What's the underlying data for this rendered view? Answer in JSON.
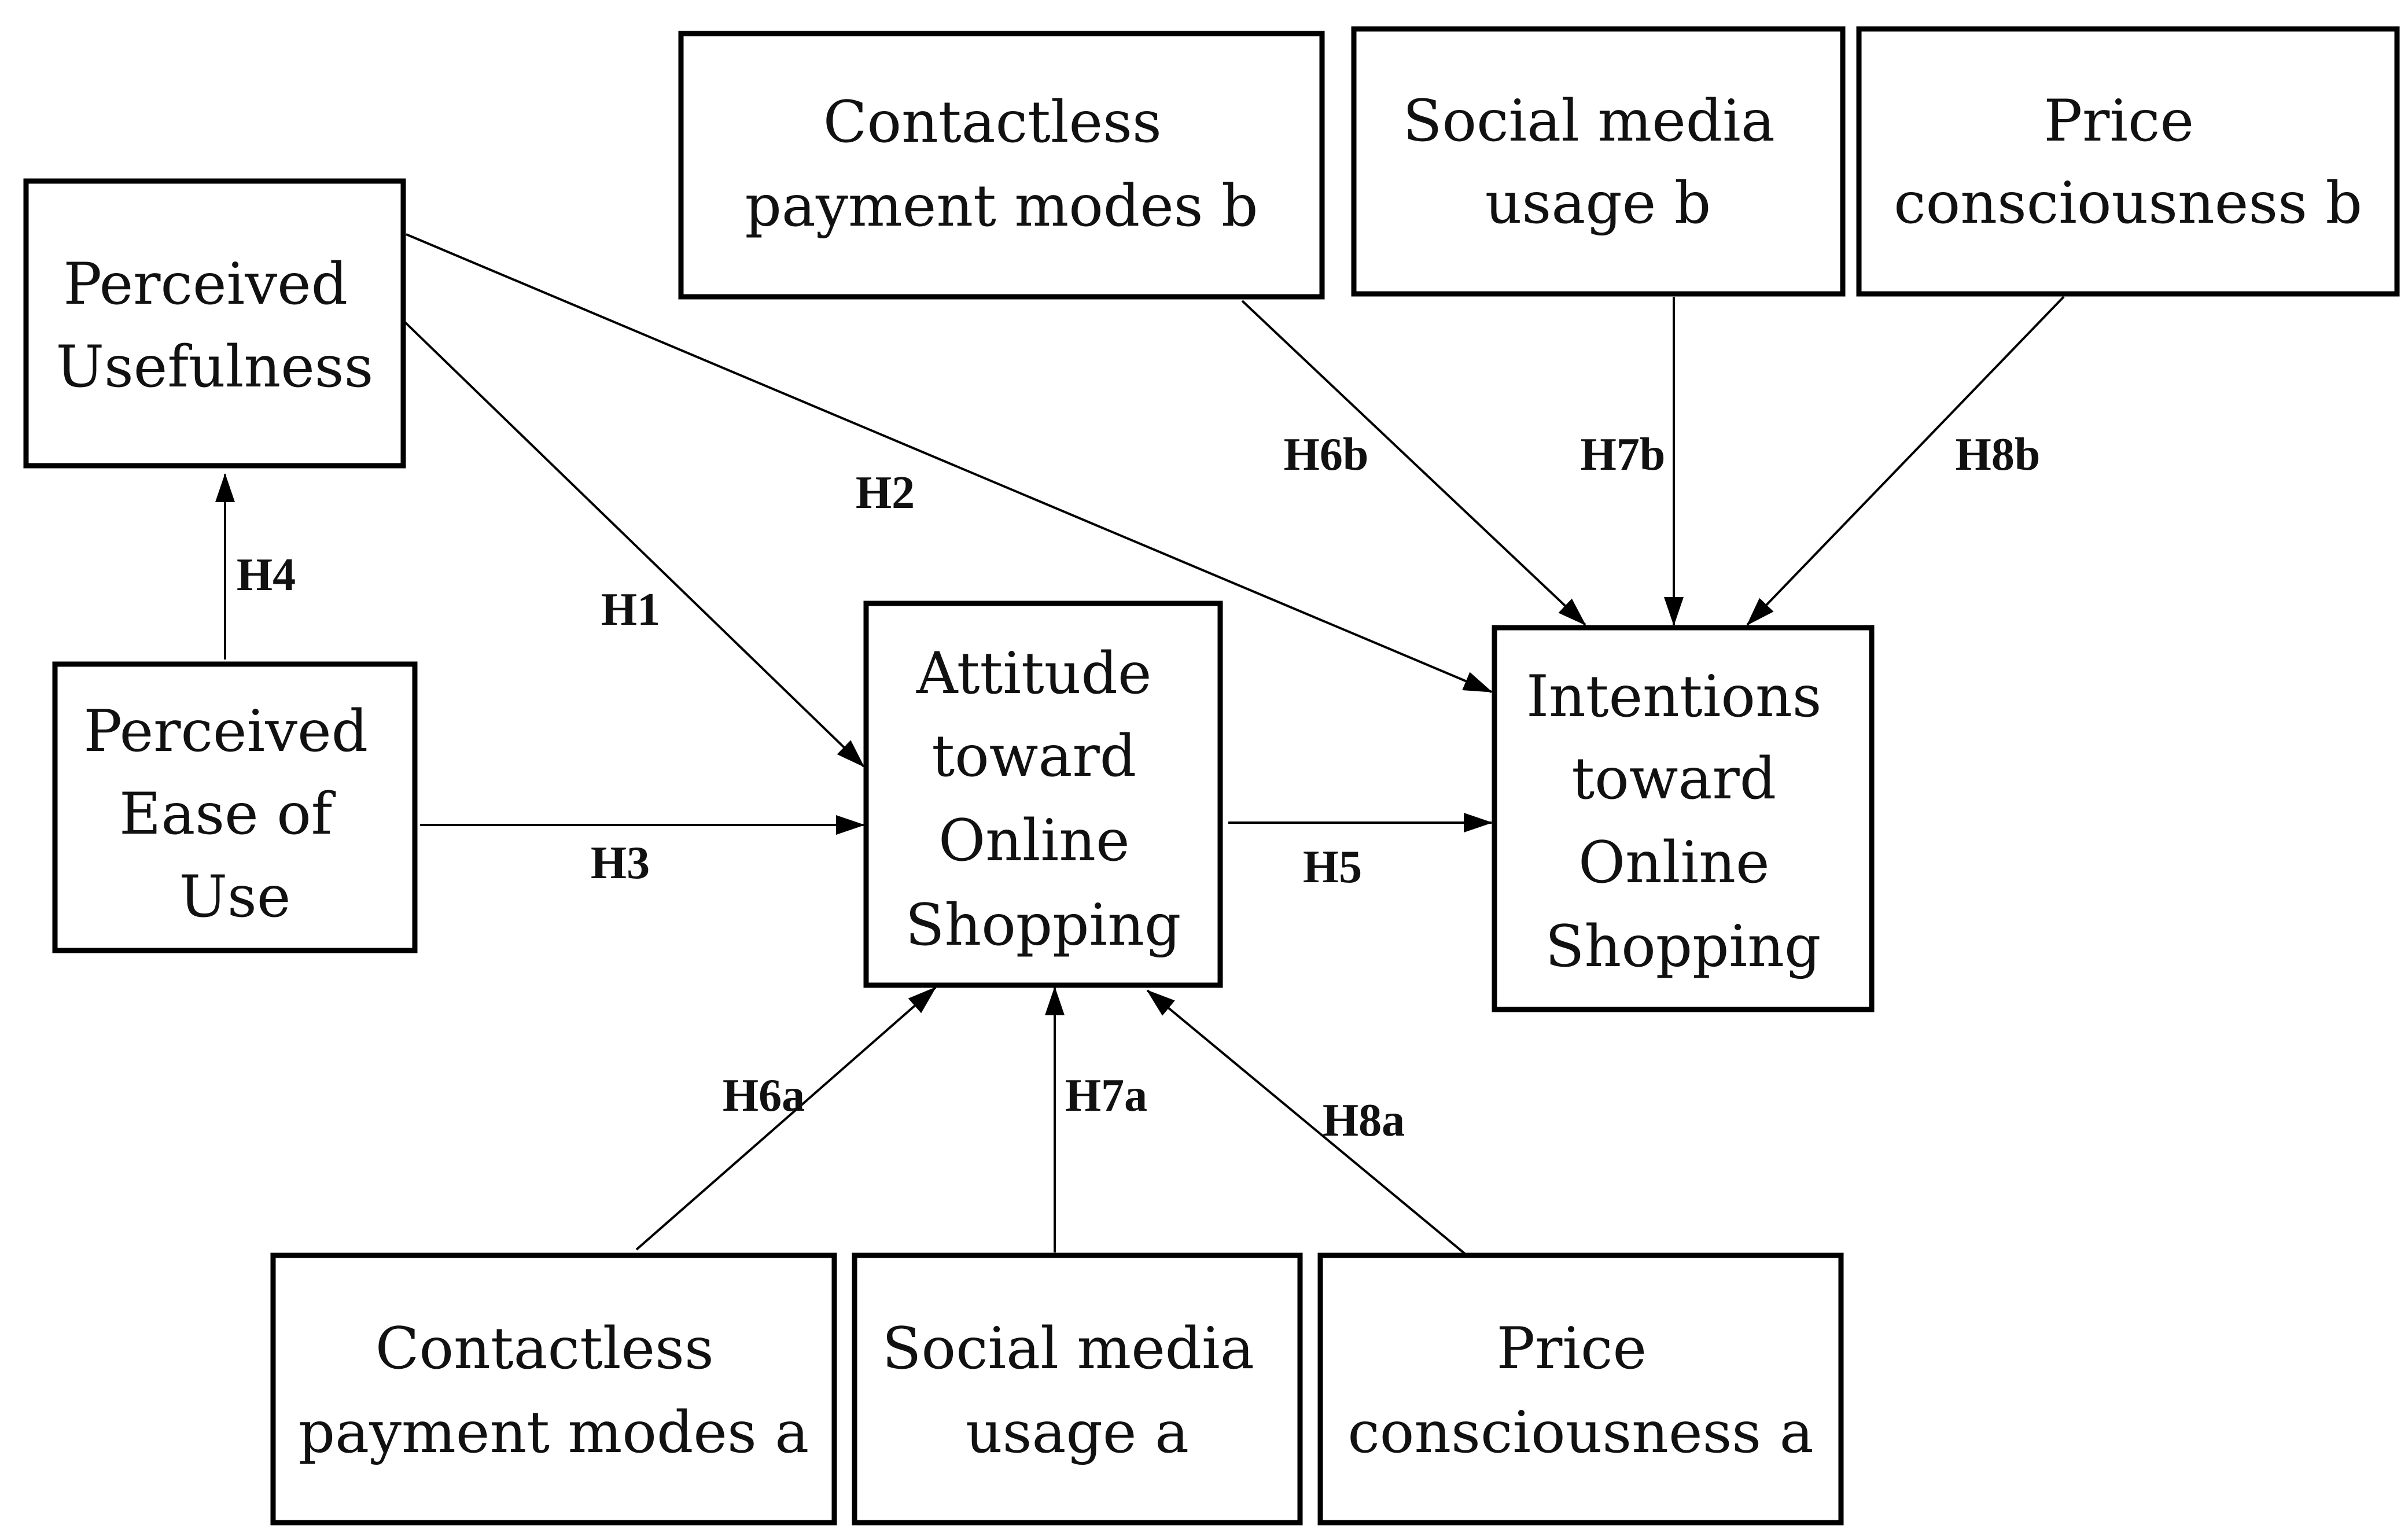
{
  "nodes": {
    "perceived_usefulness": {
      "lines": [
        "Perceived",
        "Usefulness"
      ]
    },
    "perceived_ease_of_use": {
      "lines": [
        "Perceived",
        "Ease of",
        "Use"
      ]
    },
    "attitude": {
      "lines": [
        "Attitude",
        "toward",
        "Online",
        "Shopping"
      ]
    },
    "intentions": {
      "lines": [
        "Intentions",
        "toward",
        "Online",
        "Shopping"
      ]
    },
    "contactless_b": {
      "lines": [
        "Contactless",
        "payment modes b"
      ]
    },
    "social_media_b": {
      "lines": [
        "Social media",
        "usage b"
      ]
    },
    "price_b": {
      "lines": [
        "Price",
        "consciousness b"
      ]
    },
    "contactless_a": {
      "lines": [
        "Contactless",
        "payment modes a"
      ]
    },
    "social_media_a": {
      "lines": [
        "Social media",
        "usage a"
      ]
    },
    "price_a": {
      "lines": [
        "Price",
        "consciousness a"
      ]
    }
  },
  "edges": {
    "h1": {
      "label": "H1",
      "from": "Perceived Usefulness",
      "to": "Attitude toward Online Shopping"
    },
    "h2": {
      "label": "H2",
      "from": "Perceived Usefulness",
      "to": "Intentions toward Online Shopping"
    },
    "h3": {
      "label": "H3",
      "from": "Perceived Ease of Use",
      "to": "Attitude toward Online Shopping"
    },
    "h4": {
      "label": "H4",
      "from": "Perceived Ease of Use",
      "to": "Perceived Usefulness"
    },
    "h5": {
      "label": "H5",
      "from": "Attitude toward Online Shopping",
      "to": "Intentions toward Online Shopping"
    },
    "h6a": {
      "label": "H6a",
      "from": "Contactless payment modes a",
      "to": "Attitude toward Online Shopping"
    },
    "h7a": {
      "label": "H7a",
      "from": "Social media usage a",
      "to": "Attitude toward Online Shopping"
    },
    "h8a": {
      "label": "H8a",
      "from": "Price consciousness a",
      "to": "Attitude toward Online Shopping"
    },
    "h6b": {
      "label": "H6b",
      "from": "Contactless payment modes b",
      "to": "Intentions toward Online Shopping"
    },
    "h7b": {
      "label": "H7b",
      "from": "Social media usage b",
      "to": "Intentions toward Online Shopping"
    },
    "h8b": {
      "label": "H8b",
      "from": "Price consciousness b",
      "to": "Intentions toward Online Shopping"
    }
  }
}
